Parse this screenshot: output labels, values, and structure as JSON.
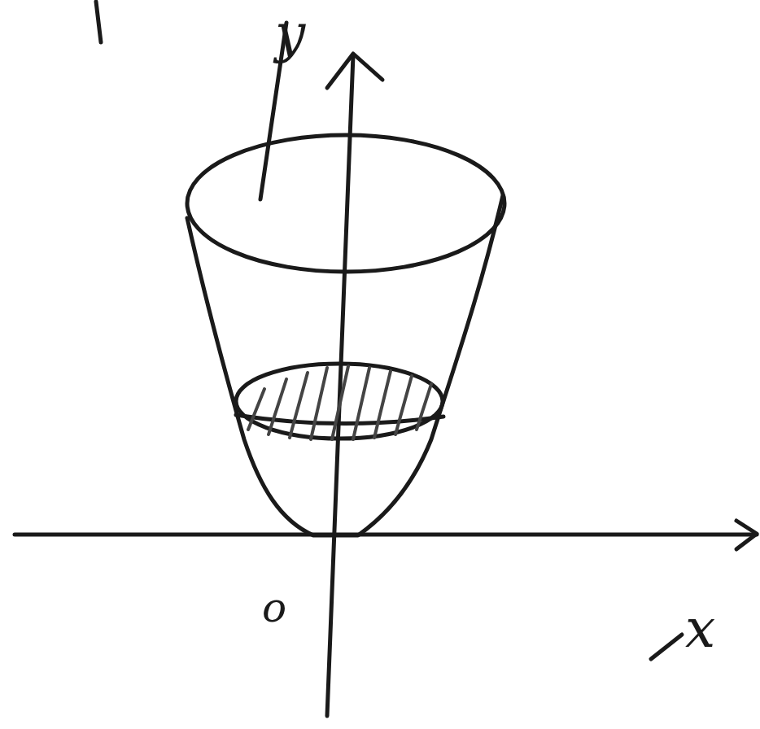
{
  "diagram": {
    "labels": [
      "y",
      "o",
      "x"
    ]
  }
}
